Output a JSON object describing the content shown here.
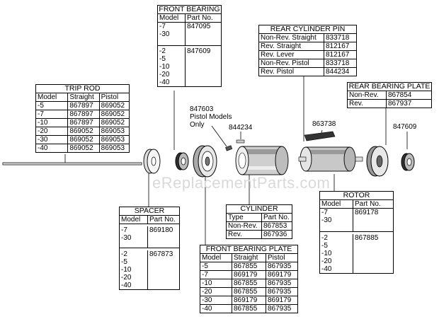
{
  "watermark": "eReplacementParts.com",
  "trip_rod": {
    "title": "TRIP ROD",
    "headers": [
      "Model",
      "Straight",
      "Pistol"
    ],
    "rows": [
      [
        "-5",
        "867897",
        "869052"
      ],
      [
        "-7",
        "867897",
        "869052"
      ],
      [
        "-10",
        "867897",
        "869052"
      ],
      [
        "-20",
        "869052",
        "869053"
      ],
      [
        "-30",
        "869052",
        "869053"
      ],
      [
        "-40",
        "869052",
        "869053"
      ]
    ]
  },
  "front_bearing": {
    "title": "FRONT BEARING",
    "headers": [
      "Model",
      "Part No."
    ],
    "groups": [
      {
        "models": [
          "-7",
          "-30"
        ],
        "part": "847095"
      },
      {
        "models": [
          "-2",
          "-5",
          "-10",
          "-20",
          "-40"
        ],
        "part": "847609"
      }
    ]
  },
  "rear_cylinder_pin": {
    "title": "REAR CYLINDER PIN",
    "rows": [
      [
        "Non-Rev. Straight",
        "833718"
      ],
      [
        "Rev. Straight",
        "812167"
      ],
      [
        "Rev. Lever",
        "812167"
      ],
      [
        "Non-Rev. Pistol",
        "833718"
      ],
      [
        "Rev. Pistol",
        "844234"
      ]
    ]
  },
  "rear_bearing_plate": {
    "title": "REAR BEARING PLATE",
    "rows": [
      [
        "Non-Rev.",
        "867854"
      ],
      [
        "Rev.",
        "867937"
      ]
    ]
  },
  "spacer": {
    "title": "SPACER",
    "headers": [
      "Model",
      "Part No."
    ],
    "groups": [
      {
        "models": [
          "-7",
          "-30"
        ],
        "part": "869180"
      },
      {
        "models": [
          "-2",
          "-5",
          "-10",
          "-20",
          "-40"
        ],
        "part": "867873"
      }
    ]
  },
  "cylinder": {
    "title": "CYLINDER",
    "headers": [
      "Type",
      "Part No."
    ],
    "rows": [
      [
        "Non-Rev.",
        "867853"
      ],
      [
        "Rev.",
        "867936"
      ]
    ]
  },
  "front_bearing_plate": {
    "title": "FRONT BEARING PLATE",
    "headers": [
      "Model",
      "Straight",
      "Pistol"
    ],
    "rows": [
      [
        "-5",
        "867855",
        "867935"
      ],
      [
        "-7",
        "869179",
        "869179"
      ],
      [
        "-10",
        "867855",
        "867935"
      ],
      [
        "-20",
        "867855",
        "867935"
      ],
      [
        "-30",
        "869179",
        "869179"
      ],
      [
        "-40",
        "867855",
        "867935"
      ]
    ]
  },
  "rotor": {
    "title": "ROTOR",
    "headers": [
      "Model",
      "Part No."
    ],
    "groups": [
      {
        "models": [
          "-7",
          "-30"
        ],
        "part": "869178"
      },
      {
        "models": [
          "-2",
          "-5",
          "-10",
          "-20",
          "-40"
        ],
        "part": "867885"
      }
    ]
  },
  "callouts": {
    "pistol_note_part": "847603",
    "pistol_note_line1": "Pistol Models",
    "pistol_note_line2": "Only",
    "pin_part": "844234",
    "vane_part": "863738",
    "rear_bearing_part": "847609"
  }
}
